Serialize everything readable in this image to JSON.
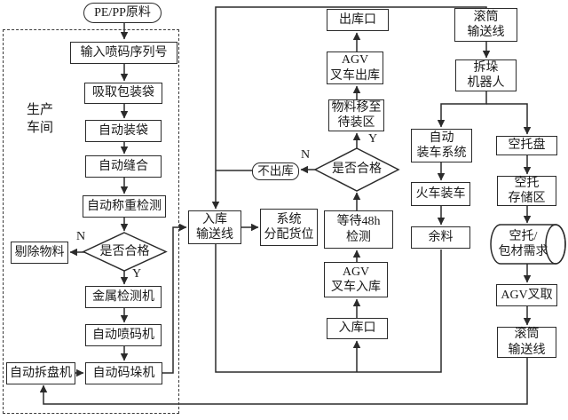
{
  "diagram": {
    "workshop_label": "生产\n车间",
    "nodes": {
      "pe_pp": "PE/PP原料",
      "input_serial": "输入喷码序列号",
      "suck_bag": "吸取包装袋",
      "auto_bag": "自动装袋",
      "auto_sew": "自动缝合",
      "auto_weigh": "自动称重检测",
      "check1": "是否合格",
      "reject": "剔除物料",
      "metal_detect": "金属检测机",
      "auto_code": "自动喷码机",
      "auto_palletize": "自动码垛机",
      "auto_depalletize": "自动拆盘机",
      "in_conveyor": "入库\n输送线",
      "assign_slot": "系统\n分配货位",
      "wait_48h": "等待48h\n检测",
      "agv_in": "AGV\n叉车入库",
      "in_gate": "入库口",
      "no_out": "不出库",
      "check2": "是否合格",
      "move_staging": "物料移至\n待装区",
      "agv_out": "AGV\n叉车出库",
      "out_gate": "出库口",
      "roller_top": "滚筒\n输送线",
      "depal_robot": "拆垛\n机器人",
      "auto_load": "自动\n装车系统",
      "train_load": "火车装车",
      "leftover": "余料",
      "empty_pallet": "空托盘",
      "pallet_storage": "空托\n存储区",
      "pallet_demand": "空托/\n包材需求",
      "agv_pick": "AGV叉取",
      "roller_bottom": "滚筒\n输送线"
    },
    "branch_labels": {
      "check1_no": "N",
      "check1_yes": "Y",
      "check2_no": "N",
      "check2_yes": "Y"
    },
    "colors": {
      "line": "#2b2b2b",
      "background": "#ffffff",
      "text": "#1a1a1a"
    }
  }
}
